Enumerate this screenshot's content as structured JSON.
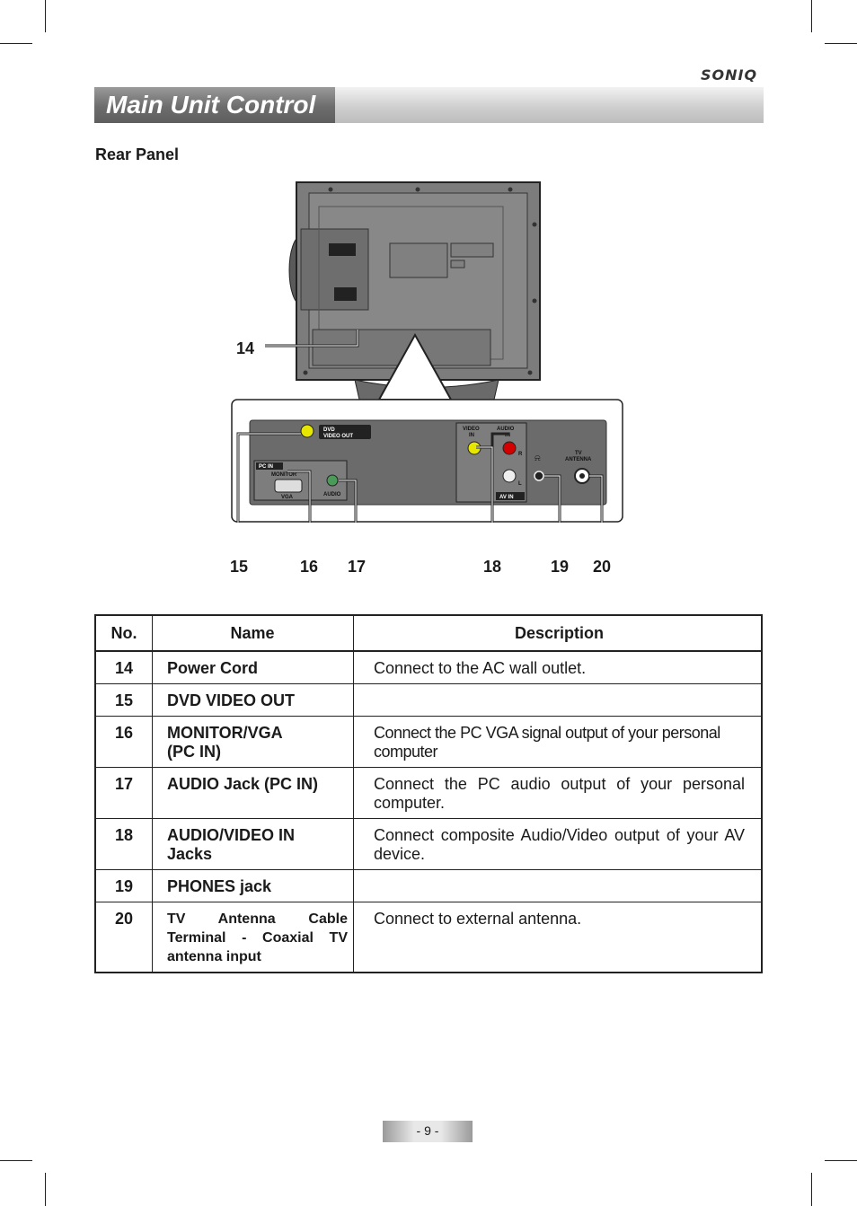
{
  "brand": "SONIQ",
  "section_title": "Main Unit Control",
  "subheading": "Rear Panel",
  "diagram": {
    "callouts": [
      "14",
      "15",
      "16",
      "17",
      "18",
      "19",
      "20"
    ],
    "labels": {
      "dvd_video_out": [
        "DVD",
        "VIDEO OUT"
      ],
      "pc_in": "PC IN",
      "monitor": "MONITOR",
      "vga": "VGA",
      "audio": "AUDIO",
      "video_in": [
        "VIDEO",
        "IN"
      ],
      "audio_in": [
        "AUDIO",
        "IN"
      ],
      "r": "R",
      "l": "L",
      "av_in": "AV IN",
      "tv_antenna": [
        "TV",
        "ANTENNA"
      ]
    }
  },
  "table": {
    "headers": [
      "No.",
      "Name",
      "Description"
    ],
    "rows": [
      {
        "no": "14",
        "name": [
          "Power Cord"
        ],
        "desc": "Connect to the AC wall outlet."
      },
      {
        "no": "15",
        "name": [
          "DVD VIDEO OUT"
        ],
        "desc": ""
      },
      {
        "no": "16",
        "name": [
          "MONITOR/VGA",
          "(PC IN)"
        ],
        "desc": "Connect the PC VGA signal output of your personal computer"
      },
      {
        "no": "17",
        "name": [
          "AUDIO Jack (PC IN)"
        ],
        "desc": "Connect the PC audio output of your personal computer."
      },
      {
        "no": "18",
        "name": [
          "AUDIO/VIDEO IN",
          "Jacks"
        ],
        "desc": "Connect composite Audio/Video output of your AV device."
      },
      {
        "no": "19",
        "name": [
          "PHONES jack"
        ],
        "desc": ""
      },
      {
        "no": "20",
        "name": [
          "TV Antenna Cable Terminal - Coaxial TV antenna input"
        ],
        "desc": "Connect to external antenna."
      }
    ]
  },
  "page_number": "- 9 -"
}
